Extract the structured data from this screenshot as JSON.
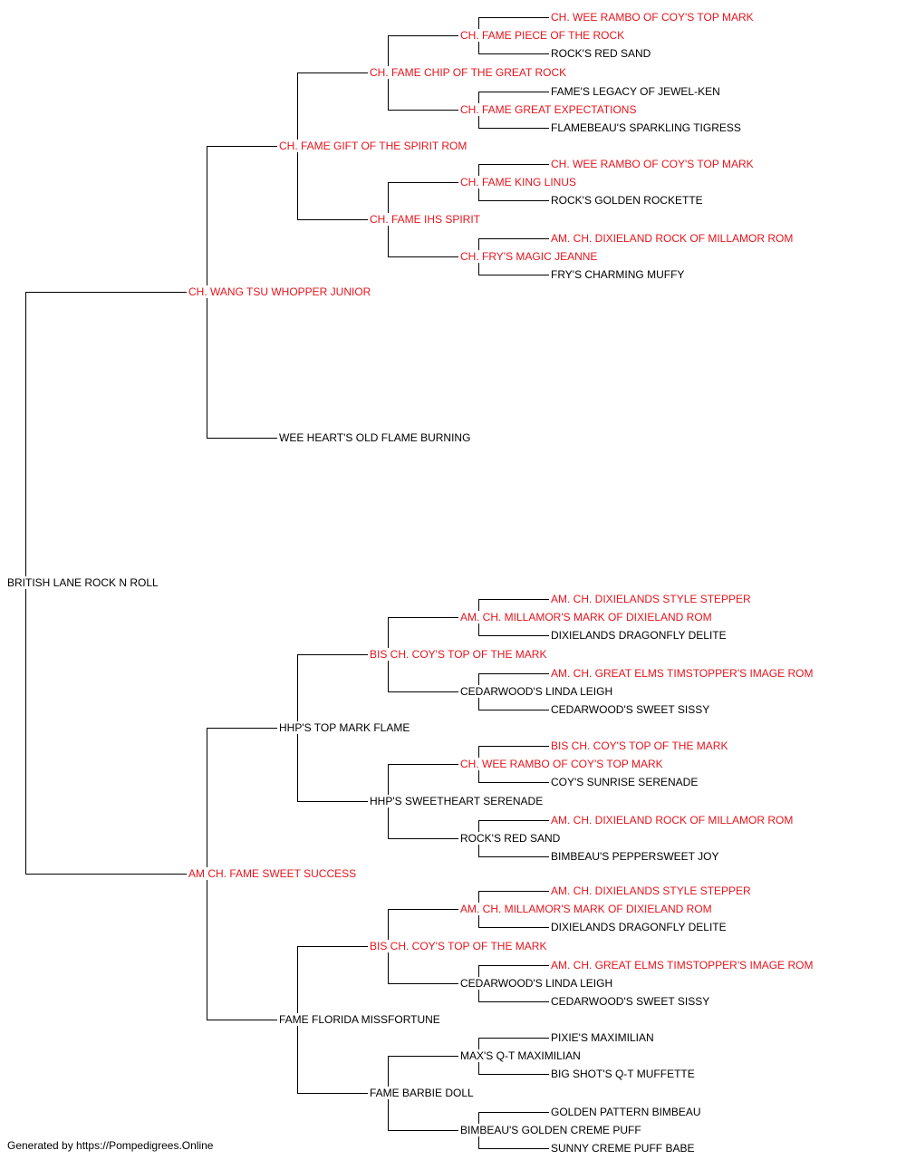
{
  "colors": {
    "champion": "#e8141c",
    "regular": "#000000",
    "line": "#000000"
  },
  "footer": "Generated by https://Pompedigrees.Online",
  "pedigree": {
    "name": "BRITISH LANE ROCK N ROLL",
    "champion": false,
    "sire": {
      "name": "CH. WANG TSU WHOPPER JUNIOR",
      "champion": true,
      "sire": {
        "name": "CH. FAME GIFT OF THE SPIRIT ROM",
        "champion": true,
        "sire": {
          "name": "CH. FAME CHIP OF THE GREAT ROCK",
          "champion": true,
          "sire": {
            "name": "CH. FAME PIECE OF THE ROCK",
            "champion": true,
            "sire": {
              "name": "CH. WEE RAMBO OF COY'S TOP MARK",
              "champion": true
            },
            "dam": {
              "name": "ROCK'S RED SAND",
              "champion": false
            }
          },
          "dam": {
            "name": "CH. FAME GREAT EXPECTATIONS",
            "champion": true,
            "sire": {
              "name": "FAME'S LEGACY OF JEWEL-KEN",
              "champion": false
            },
            "dam": {
              "name": "FLAMEBEAU'S SPARKLING TIGRESS",
              "champion": false
            }
          }
        },
        "dam": {
          "name": "CH. FAME IHS SPIRIT",
          "champion": true,
          "sire": {
            "name": "CH. FAME KING LINUS",
            "champion": true,
            "sire": {
              "name": "CH. WEE RAMBO OF COY'S TOP MARK",
              "champion": true
            },
            "dam": {
              "name": "ROCK'S GOLDEN ROCKETTE",
              "champion": false
            }
          },
          "dam": {
            "name": "CH. FRY'S MAGIC JEANNE",
            "champion": true,
            "sire": {
              "name": "AM. CH. DIXIELAND ROCK OF MILLAMOR ROM",
              "champion": true
            },
            "dam": {
              "name": "FRY'S CHARMING MUFFY",
              "champion": false
            }
          }
        }
      },
      "dam": {
        "name": "WEE HEART'S OLD FLAME BURNING",
        "champion": false
      }
    },
    "dam": {
      "name": "AM CH. FAME SWEET SUCCESS",
      "champion": true,
      "sire": {
        "name": "HHP'S TOP MARK FLAME",
        "champion": false,
        "sire": {
          "name": "BIS CH. COY'S TOP OF THE MARK",
          "champion": true,
          "sire": {
            "name": "AM. CH. MILLAMOR'S MARK OF DIXIELAND ROM",
            "champion": true,
            "sire": {
              "name": "AM. CH. DIXIELANDS STYLE STEPPER",
              "champion": true
            },
            "dam": {
              "name": "DIXIELANDS DRAGONFLY DELITE",
              "champion": false
            }
          },
          "dam": {
            "name": "CEDARWOOD'S LINDA LEIGH",
            "champion": false,
            "sire": {
              "name": "AM. CH. GREAT ELMS TIMSTOPPER'S IMAGE ROM",
              "champion": true
            },
            "dam": {
              "name": "CEDARWOOD'S SWEET SISSY",
              "champion": false
            }
          }
        },
        "dam": {
          "name": "HHP'S SWEETHEART SERENADE",
          "champion": false,
          "sire": {
            "name": "CH. WEE RAMBO OF COY'S TOP MARK",
            "champion": true,
            "sire": {
              "name": "BIS CH. COY'S TOP OF THE MARK",
              "champion": true
            },
            "dam": {
              "name": "COY'S SUNRISE SERENADE",
              "champion": false
            }
          },
          "dam": {
            "name": "ROCK'S RED SAND",
            "champion": false,
            "sire": {
              "name": "AM. CH. DIXIELAND ROCK OF MILLAMOR ROM",
              "champion": true
            },
            "dam": {
              "name": "BIMBEAU'S PEPPERSWEET JOY",
              "champion": false
            }
          }
        }
      },
      "dam": {
        "name": "FAME FLORIDA MISSFORTUNE",
        "champion": false,
        "sire": {
          "name": "BIS CH. COY'S TOP OF THE MARK",
          "champion": true,
          "sire": {
            "name": "AM. CH. MILLAMOR'S MARK OF DIXIELAND ROM",
            "champion": true,
            "sire": {
              "name": "AM. CH. DIXIELANDS STYLE STEPPER",
              "champion": true
            },
            "dam": {
              "name": "DIXIELANDS DRAGONFLY DELITE",
              "champion": false
            }
          },
          "dam": {
            "name": "CEDARWOOD'S LINDA LEIGH",
            "champion": false,
            "sire": {
              "name": "AM. CH. GREAT ELMS TIMSTOPPER'S IMAGE ROM",
              "champion": true
            },
            "dam": {
              "name": "CEDARWOOD'S SWEET SISSY",
              "champion": false
            }
          }
        },
        "dam": {
          "name": "FAME BARBIE DOLL",
          "champion": false,
          "sire": {
            "name": "MAX'S Q-T MAXIMILIAN",
            "champion": false,
            "sire": {
              "name": "PIXIE'S MAXIMILIAN",
              "champion": false
            },
            "dam": {
              "name": "BIG SHOT'S Q-T MUFFETTE",
              "champion": false
            }
          },
          "dam": {
            "name": "BIMBEAU'S GOLDEN CREME PUFF",
            "champion": false,
            "sire": {
              "name": "GOLDEN PATTERN BIMBEAU",
              "champion": false
            },
            "dam": {
              "name": "SUNNY CREME PUFF BABE",
              "champion": false
            }
          }
        }
      }
    }
  }
}
